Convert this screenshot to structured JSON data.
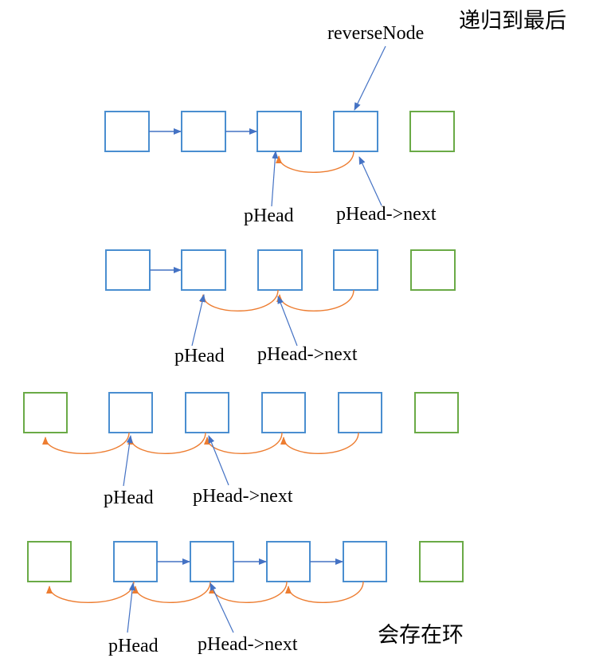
{
  "colors": {
    "node_blue": "#4a8ed0",
    "node_green": "#6aaa46",
    "pointer_blue": "#4472c4",
    "reverse_orange": "#ed7d31"
  },
  "titles": {
    "top": "递归到最后",
    "bottom": "会存在环"
  },
  "labels": {
    "reverse_node": "reverseNode",
    "phead": "pHead",
    "phead_next": "pHead->next"
  },
  "rows": [
    {
      "nodes": [
        "blue",
        "blue",
        "blue",
        "blue",
        "green"
      ],
      "forward_links": [
        [
          0,
          1
        ],
        [
          1,
          2
        ]
      ],
      "reverse_links": [
        [
          3,
          2
        ]
      ],
      "phead_node": 2,
      "phead_next_node": 3,
      "reverse_node_marker": 3
    },
    {
      "nodes": [
        "blue",
        "blue",
        "blue",
        "blue",
        "green"
      ],
      "forward_links": [
        [
          0,
          1
        ]
      ],
      "reverse_links": [
        [
          2,
          1
        ],
        [
          3,
          2
        ]
      ],
      "phead_node": 1,
      "phead_next_node": 2
    },
    {
      "nodes": [
        "green",
        "blue",
        "blue",
        "blue",
        "blue",
        "green"
      ],
      "forward_links": [],
      "reverse_links": [
        [
          1,
          0
        ],
        [
          2,
          1
        ],
        [
          3,
          2
        ],
        [
          4,
          3
        ]
      ],
      "phead_node": 1,
      "phead_next_node": 2
    },
    {
      "nodes": [
        "green",
        "blue",
        "blue",
        "blue",
        "blue",
        "green"
      ],
      "forward_links": [
        [
          1,
          2
        ],
        [
          2,
          3
        ],
        [
          3,
          4
        ]
      ],
      "reverse_links": [
        [
          1,
          0
        ],
        [
          2,
          1
        ],
        [
          3,
          2
        ],
        [
          4,
          3
        ]
      ],
      "phead_node": 1,
      "phead_next_node": 2
    }
  ]
}
